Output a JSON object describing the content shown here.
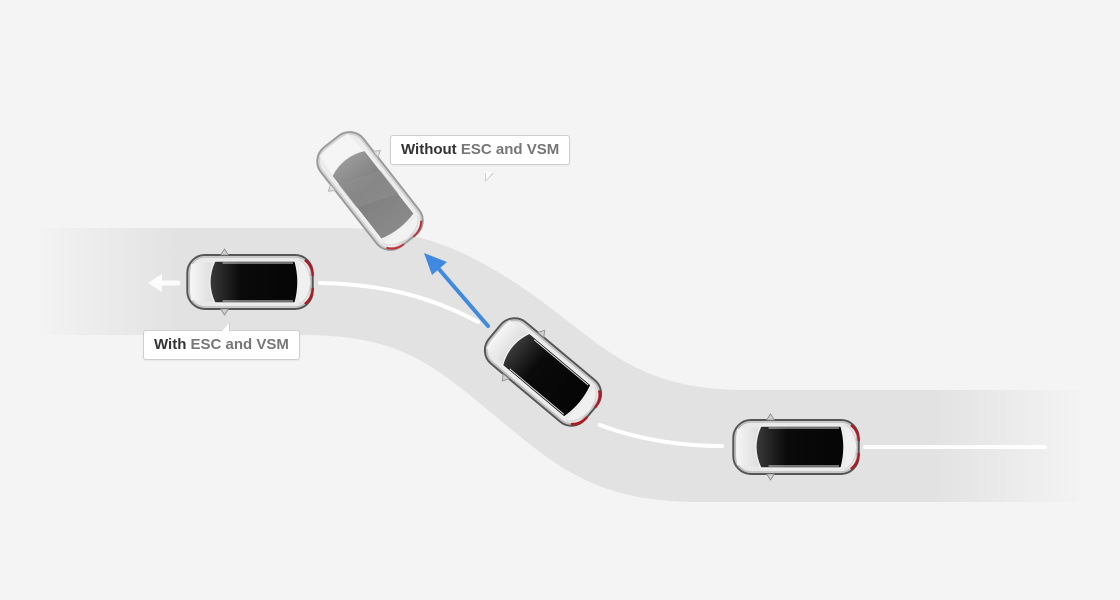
{
  "scene": {
    "background_color": "#f4f4f4",
    "road_color": "#e2e2e3",
    "lane_marking_color": "#ffffff",
    "trajectory_arrow_color": "#3f8ae0"
  },
  "labels": {
    "without": {
      "strong": "Without",
      "light": "ESC and VSM"
    },
    "with": {
      "strong": "With",
      "light": "ESC and VSM"
    }
  },
  "cars": [
    {
      "id": "car-with-esc",
      "state": "on-road, turned left successfully"
    },
    {
      "id": "car-without-esc",
      "state": "skidded off road"
    },
    {
      "id": "car-in-curve",
      "state": "entering curve"
    },
    {
      "id": "car-start",
      "state": "starting position"
    }
  ],
  "arrows": {
    "direction_arrow": "left-arrow",
    "skid_arrow": "up-left-arrow"
  }
}
